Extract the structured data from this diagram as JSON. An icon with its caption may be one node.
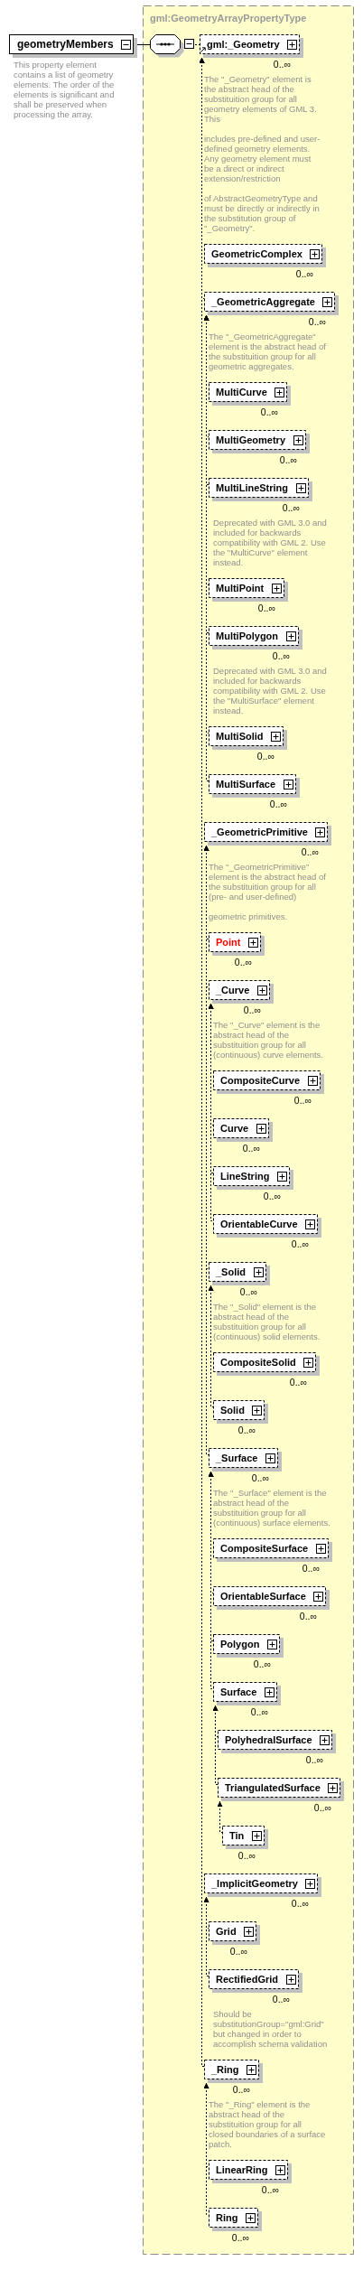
{
  "diagram": {
    "nodes": [
      {
        "text": [
          "geometryMembers"
        ],
        "beside": [
          "This property element contains a list of geometry elements. The order of the elements is significant and shall be preserved when processing the array."
        ]
      },
      {
        "text": [
          "gml:GeometryArrayPropertyType"
        ]
      },
      {
        "text": [],
        "shape": "octagon",
        "in": 1
      },
      {
        "text": [
          "gml:_Geometry"
        ],
        "in": 1,
        "beside": [
          "0..∞",
          "The \"_Geometry\" element is the abstract head of the substituition group for all geometry elements of GML 3. This",
          "includes pre-defined and user-defined geometry elements. Any geometry element must be a direct or indirect extension/restriction",
          "of AbstractGeometryType and must be directly or indirectly in the substitution group of \"_Geometry\"."
        ]
      },
      {
        "text": [
          "GeometricComplex"
        ],
        "in": 1,
        "beside": [
          "0..∞"
        ]
      },
      {
        "text": [
          "_GeometricAggregate"
        ],
        "in": 1,
        "beside": [
          "0..∞",
          "The \"_GeometricAggregate\" element is the abstract head of the substituition group for all geometric aggregates."
        ]
      },
      {
        "text": [
          "MultiCurve"
        ],
        "in": 1,
        "beside": [
          "0..∞"
        ]
      },
      {
        "text": [
          "MultiGeometry"
        ],
        "in": 1,
        "beside": [
          "0..∞"
        ]
      },
      {
        "text": [
          "MultiLineString"
        ],
        "in": 1,
        "beside": [
          "0..∞",
          "Deprecated with GML 3.0 and included for backwards compatibility with GML 2. Use the \"MultiCurve\" element instead."
        ]
      },
      {
        "text": [
          "MultiPoint"
        ],
        "in": 1,
        "beside": [
          "0..∞"
        ]
      },
      {
        "text": [
          "MultiPolygon"
        ],
        "in": 1,
        "beside": [
          "0..∞",
          "Deprecated with GML 3.0 and included for backwards compatibility with GML 2. Use the \"MultiSurface\" element instead."
        ]
      },
      {
        "text": [
          "MultiSolid"
        ],
        "in": 1,
        "beside": [
          "0..∞"
        ]
      },
      {
        "text": [
          "MultiSurface"
        ],
        "in": 1,
        "beside": [
          "0..∞"
        ]
      },
      {
        "text": [
          "_GeometricPrimitive"
        ],
        "in": 1,
        "beside": [
          "0..∞",
          "The \"_GeometricPrimitive\" element is the abstract head of the substituition group for all (pre- and user-defined)",
          "geometric primitives."
        ]
      },
      {
        "text": [
          "Point"
        ],
        "in": 1,
        "beside": [
          "0..∞"
        ]
      },
      {
        "text": [
          "_Curve"
        ],
        "in": 1,
        "beside": [
          "0..∞",
          "The \"_Curve\" element is the abstract head of the substituition group for all (continuous) curve elements."
        ]
      },
      {
        "text": [
          "CompositeCurve"
        ],
        "in": 1,
        "beside": [
          "0..∞"
        ]
      },
      {
        "text": [
          "Curve"
        ],
        "in": 1,
        "beside": [
          "0..∞"
        ]
      },
      {
        "text": [
          "LineString"
        ],
        "in": 1,
        "beside": [
          "0..∞"
        ]
      },
      {
        "text": [
          "OrientableCurve"
        ],
        "in": 1,
        "beside": [
          "0..∞"
        ]
      },
      {
        "text": [
          "_Solid"
        ],
        "in": 1,
        "beside": [
          "0..∞",
          "The \"_Solid\" element is the abstract head of the substituition group for all (continuous) solid elements."
        ]
      },
      {
        "text": [
          "CompositeSolid"
        ],
        "in": 1,
        "beside": [
          "0..∞"
        ]
      },
      {
        "text": [
          "Solid"
        ],
        "in": 1,
        "beside": [
          "0..∞"
        ]
      },
      {
        "text": [
          "_Surface"
        ],
        "in": 1,
        "beside": [
          "0..∞",
          "The \"_Surface\" element is the abstract head of the substituition group for all (continuous) surface elements."
        ]
      },
      {
        "text": [
          "CompositeSurface"
        ],
        "in": 1,
        "beside": [
          "0..∞"
        ]
      },
      {
        "text": [
          "OrientableSurface"
        ],
        "in": 1,
        "beside": [
          "0..∞"
        ]
      },
      {
        "text": [
          "Polygon"
        ],
        "in": 1,
        "beside": [
          "0..∞"
        ]
      },
      {
        "text": [
          "Surface"
        ],
        "in": 1,
        "beside": [
          "0..∞"
        ]
      },
      {
        "text": [
          "PolyhedralSurface"
        ],
        "in": 1,
        "beside": [
          "0..∞"
        ]
      },
      {
        "text": [
          "TriangulatedSurface"
        ],
        "in": 1,
        "beside": [
          "0..∞"
        ]
      },
      {
        "text": [
          "Tin"
        ],
        "in": 1,
        "beside": [
          "0..∞"
        ]
      },
      {
        "text": [
          "_ImplicitGeometry"
        ],
        "in": 1,
        "beside": [
          "0..∞"
        ]
      },
      {
        "text": [
          "Grid"
        ],
        "in": 1,
        "beside": [
          "0..∞"
        ]
      },
      {
        "text": [
          "RectifiedGrid"
        ],
        "in": 1,
        "beside": [
          "0..∞",
          "Should be substitutionGroup=\"gml:Grid\" but changed in order to accomplish schema validation"
        ]
      },
      {
        "text": [
          "_Ring"
        ],
        "in": 1,
        "beside": [
          "0..∞",
          "The \"_Ring\" element is the abstract head of the substituition group for all closed boundaries of a surface patch."
        ]
      },
      {
        "text": [
          "LinearRing"
        ],
        "in": 1,
        "beside": [
          "0..∞"
        ]
      },
      {
        "text": [
          "Ring"
        ],
        "in": 1,
        "beside": [
          "0..∞"
        ]
      }
    ],
    "edges": [
      {
        "from": 0,
        "to": 2,
        "arrow": "none"
      },
      {
        "from": 2,
        "to": 3,
        "arrow": "none",
        "style": "dashed"
      },
      {
        "from": 4,
        "to": 3,
        "arrow": "to",
        "style": "dashed"
      },
      {
        "from": 5,
        "to": 3,
        "arrow": "to",
        "style": "dashed"
      },
      {
        "from": 6,
        "to": 5,
        "arrow": "to",
        "style": "dashed"
      },
      {
        "from": 7,
        "to": 5,
        "arrow": "to",
        "style": "dashed"
      },
      {
        "from": 8,
        "to": 5,
        "arrow": "to",
        "style": "dashed"
      },
      {
        "from": 9,
        "to": 5,
        "arrow": "to",
        "style": "dashed"
      },
      {
        "from": 10,
        "to": 5,
        "arrow": "to",
        "style": "dashed"
      },
      {
        "from": 11,
        "to": 5,
        "arrow": "to",
        "style": "dashed"
      },
      {
        "from": 12,
        "to": 5,
        "arrow": "to",
        "style": "dashed"
      },
      {
        "from": 13,
        "to": 3,
        "arrow": "to",
        "style": "dashed"
      },
      {
        "from": 14,
        "to": 13,
        "arrow": "to",
        "style": "dashed"
      },
      {
        "from": 15,
        "to": 13,
        "arrow": "to",
        "style": "dashed"
      },
      {
        "from": 16,
        "to": 15,
        "arrow": "to",
        "style": "dashed"
      },
      {
        "from": 17,
        "to": 15,
        "arrow": "to",
        "style": "dashed"
      },
      {
        "from": 18,
        "to": 15,
        "arrow": "to",
        "style": "dashed"
      },
      {
        "from": 19,
        "to": 15,
        "arrow": "to",
        "style": "dashed"
      },
      {
        "from": 20,
        "to": 13,
        "arrow": "to",
        "style": "dashed"
      },
      {
        "from": 21,
        "to": 20,
        "arrow": "to",
        "style": "dashed"
      },
      {
        "from": 22,
        "to": 20,
        "arrow": "to",
        "style": "dashed"
      },
      {
        "from": 23,
        "to": 13,
        "arrow": "to",
        "style": "dashed"
      },
      {
        "from": 24,
        "to": 23,
        "arrow": "to",
        "style": "dashed"
      },
      {
        "from": 25,
        "to": 23,
        "arrow": "to",
        "style": "dashed"
      },
      {
        "from": 26,
        "to": 23,
        "arrow": "to",
        "style": "dashed"
      },
      {
        "from": 27,
        "to": 23,
        "arrow": "to",
        "style": "dashed"
      },
      {
        "from": 28,
        "to": 27,
        "arrow": "to",
        "style": "dashed"
      },
      {
        "from": 29,
        "to": 27,
        "arrow": "to",
        "style": "dashed"
      },
      {
        "from": 30,
        "to": 29,
        "arrow": "to",
        "style": "dashed"
      },
      {
        "from": 31,
        "to": 3,
        "arrow": "to",
        "style": "dashed"
      },
      {
        "from": 32,
        "to": 31,
        "arrow": "to",
        "style": "dashed"
      },
      {
        "from": 33,
        "to": 31,
        "arrow": "to",
        "style": "dashed"
      },
      {
        "from": 34,
        "to": 3,
        "arrow": "to",
        "style": "dashed"
      },
      {
        "from": 35,
        "to": 34,
        "arrow": "to",
        "style": "dashed"
      },
      {
        "from": 36,
        "to": 34,
        "arrow": "to",
        "style": "dashed"
      }
    ]
  }
}
